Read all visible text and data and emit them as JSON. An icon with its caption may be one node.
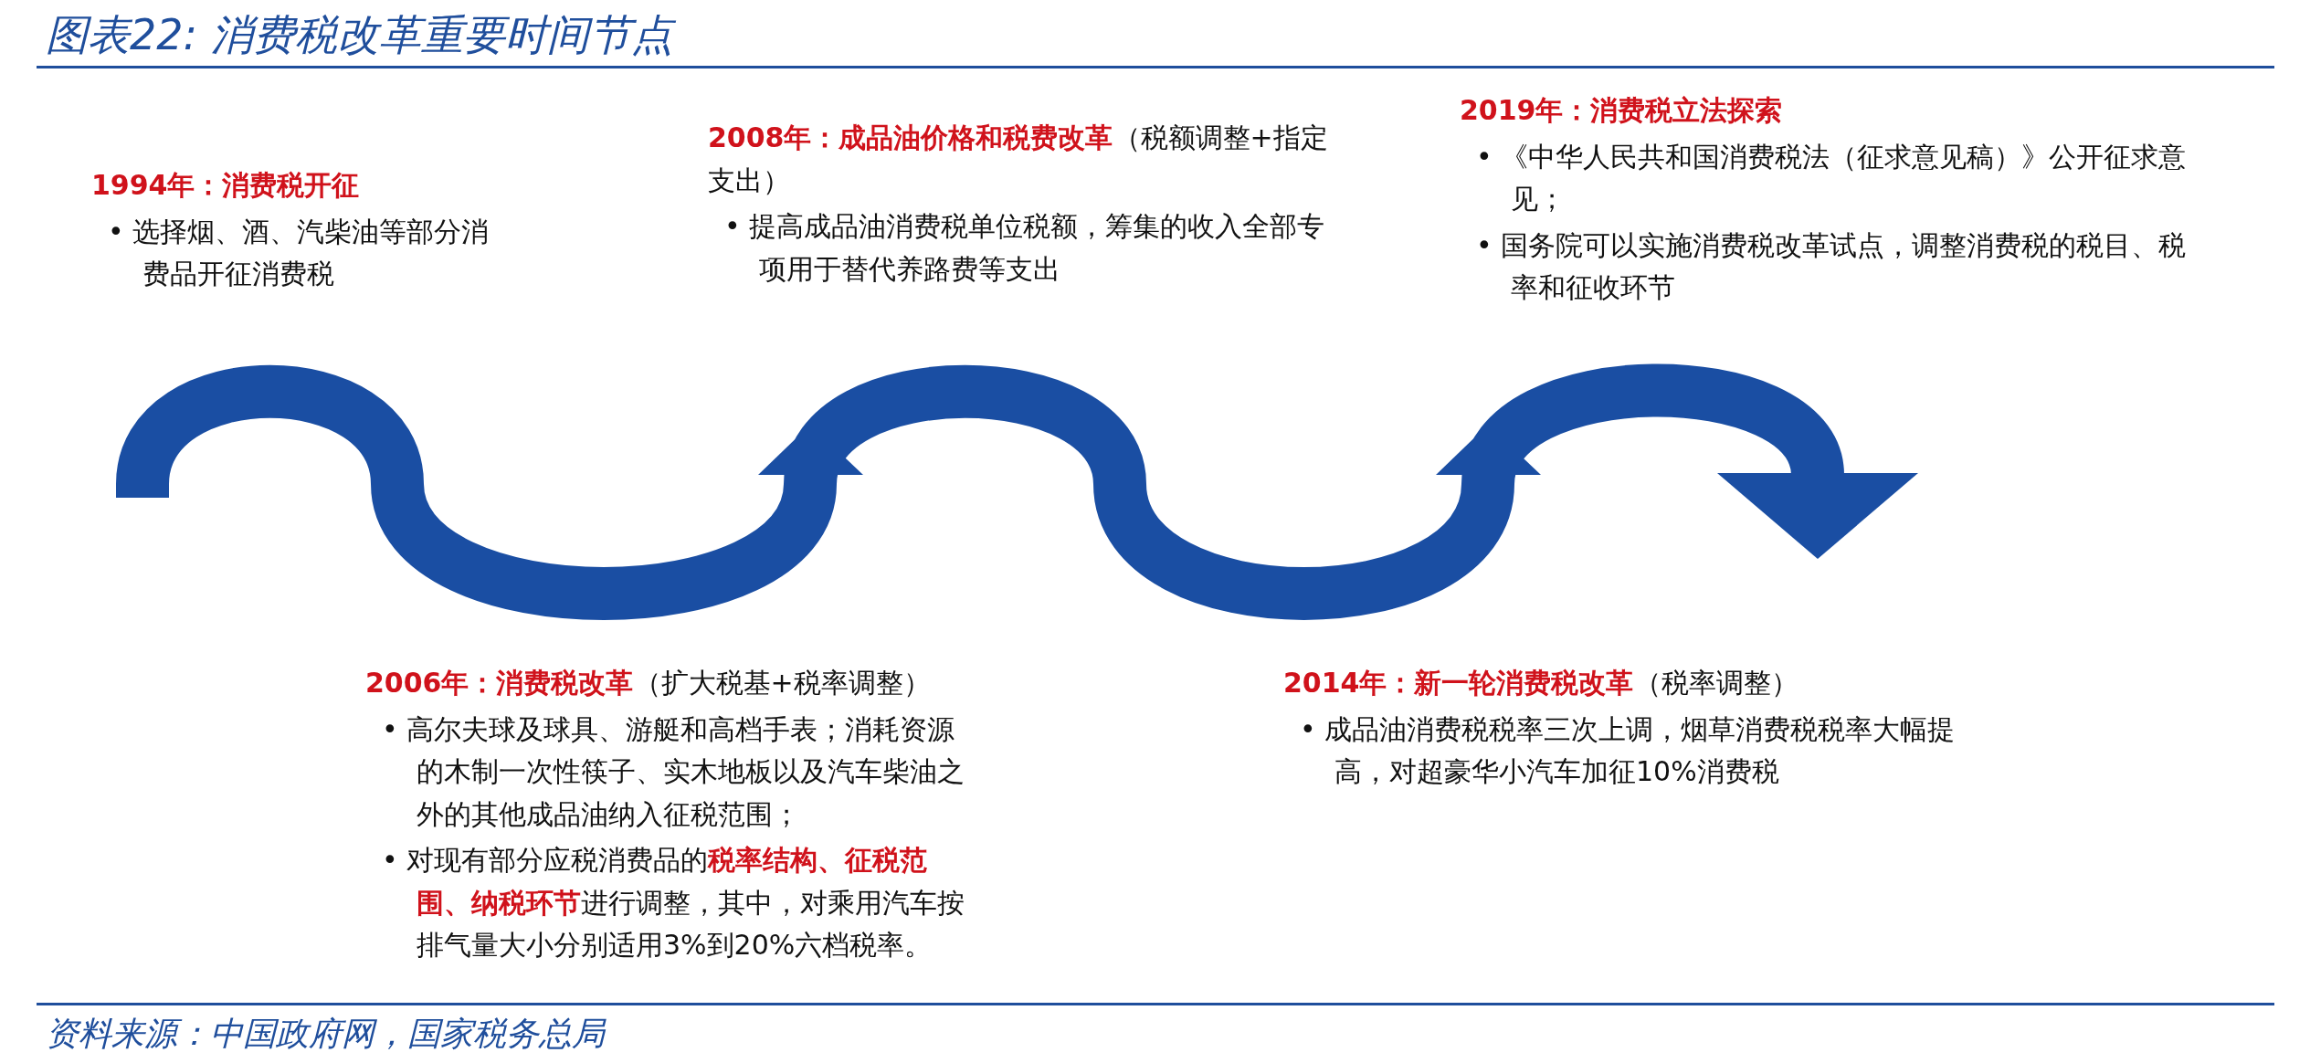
{
  "diagram": {
    "title": "图表22: 消费税改革重要时间节点",
    "caption": "资料来源：中国政府网，国家税务总局",
    "nodes": [
      {
        "text": [
          "1994年：消费税开征",
          "• 选择烟、酒、汽柴油等部分消费品开征消费税"
        ]
      },
      {
        "text": [
          "2008年：成品油价格和税费改革",
          "（税额调整+指定支出）",
          "• 提高成品油消费税单位税额，筹集的收入全部专项用于替代养路费等支出"
        ]
      },
      {
        "text": [
          "2019年：消费税立法探索",
          "• 《中华人民共和国消费税法（征求意见稿）》公开征求意见；",
          "• 国务院可以实施消费税改革试点，调整消费税的税目、税率和征收环节"
        ]
      },
      {
        "text": [
          "2006年：消费税改革",
          "（扩大税基+税率调整）",
          "• 高尔夫球及球具、游艇和高档手表；消耗资源的木制一次性筷子、实木地板以及汽车柴油之外的其他成品油纳入征税范围；",
          "• 对现有部分应税消费品的**税率结构、征税范围、纳税环节**进行调整，其中，对乘用汽车按排气量大小分别适用3%到20%六档税率。"
        ]
      },
      {
        "text": [
          "2014年：新一轮消费税改革",
          "（税率调整）",
          "• 成品油消费税税率三次上调，烟草消费税税率大幅提高，对超豪华小汽车加征10%消费税"
        ]
      }
    ]
  }
}
